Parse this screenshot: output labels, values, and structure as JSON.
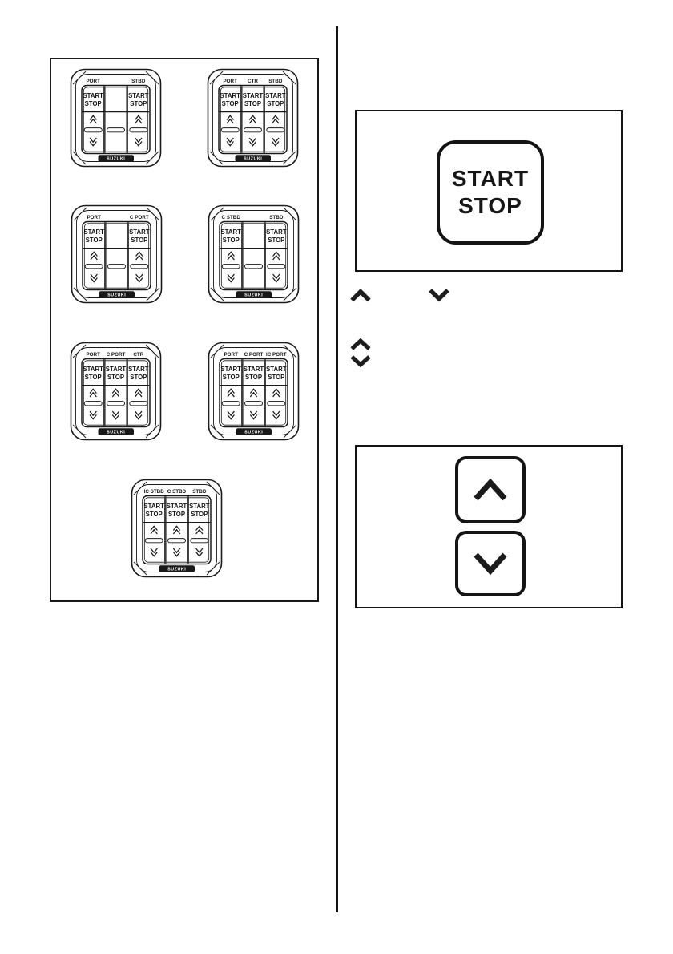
{
  "colors": {
    "background": "#ffffff",
    "ink": "#1a1a1a",
    "column_separator": "#3d3d3d"
  },
  "figures": {
    "panel_variants": {
      "brand": "SUZUKI",
      "start_label": "START",
      "stop_label": "STOP",
      "up_icon": "double-chevron-up",
      "down_icon": "double-chevron-down",
      "panels": [
        {
          "labels": [
            "PORT",
            "",
            "STBD"
          ],
          "columns": [
            "full",
            "bar",
            "full"
          ]
        },
        {
          "labels": [
            "PORT",
            "CTR",
            "STBD"
          ],
          "columns": [
            "full",
            "full",
            "full"
          ]
        },
        {
          "labels": [
            "PORT",
            "",
            "C PORT"
          ],
          "columns": [
            "full",
            "bar",
            "full"
          ]
        },
        {
          "labels": [
            "C STBD",
            "",
            "STBD"
          ],
          "columns": [
            "full",
            "bar",
            "full"
          ]
        },
        {
          "labels": [
            "PORT",
            "C PORT",
            "CTR"
          ],
          "columns": [
            "full",
            "full",
            "full"
          ]
        },
        {
          "labels": [
            "PORT",
            "C PORT",
            "IC PORT"
          ],
          "columns": [
            "full",
            "full",
            "full"
          ]
        },
        {
          "labels": [
            "IC STBD",
            "C STBD",
            "STBD"
          ],
          "columns": [
            "full",
            "full",
            "full"
          ]
        }
      ]
    },
    "start_stop_button": {
      "start_label": "START",
      "stop_label": "STOP"
    },
    "inline_symbols": {
      "line1": [
        "chevron-up",
        "chevron-down"
      ],
      "line2": [
        "chevron-up",
        "chevron-down"
      ]
    },
    "trim_buttons": {
      "up_icon": "chevron-up",
      "down_icon": "chevron-down"
    }
  }
}
